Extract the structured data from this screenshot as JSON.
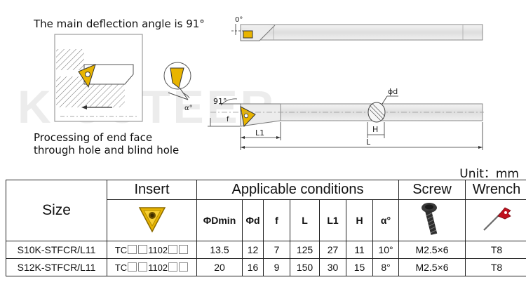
{
  "drawing": {
    "deflection_caption": "The main deflection angle is 91°",
    "angle_top": "0°",
    "angle_side": "91°",
    "angle_detail": "α°",
    "dim_f": "f",
    "dim_phid": "ϕd",
    "dim_L1": "L1",
    "dim_H": "H",
    "dim_L": "L",
    "process_caption_1": "Processing of end face",
    "process_caption_2": "through hole and blind hole",
    "watermark": "K CUTEER"
  },
  "unit_label": "Unit：mm",
  "table": {
    "headers": {
      "size": "Size",
      "insert": "Insert",
      "applicable": "Applicable conditions",
      "screw": "Screw",
      "wrench": "Wrench"
    },
    "sub_headers": [
      "ΦDmin",
      "Φd",
      "f",
      "L",
      "L1",
      "H",
      "α°"
    ],
    "rows": [
      {
        "size": "S10K-STFCR/L11",
        "insert_prefix": "TC",
        "insert_mid": "1102",
        "dmin": "13.5",
        "d": "12",
        "f": "7",
        "L": "125",
        "L1": "27",
        "H": "11",
        "alpha": "10°",
        "screw": "M2.5×6",
        "wrench": "T8"
      },
      {
        "size": "S12K-STFCR/L11",
        "insert_prefix": "TC",
        "insert_mid": "1102",
        "dmin": "20",
        "d": "16",
        "f": "9",
        "L": "150",
        "L1": "30",
        "H": "15",
        "alpha": "8°",
        "screw": "M2.5×6",
        "wrench": "T8"
      }
    ]
  },
  "colors": {
    "insert_gold": "#e8b400",
    "wrench_red": "#c0121f",
    "screw_dark": "#2e2e2e",
    "shaft_gray": "#e6e6e6"
  }
}
